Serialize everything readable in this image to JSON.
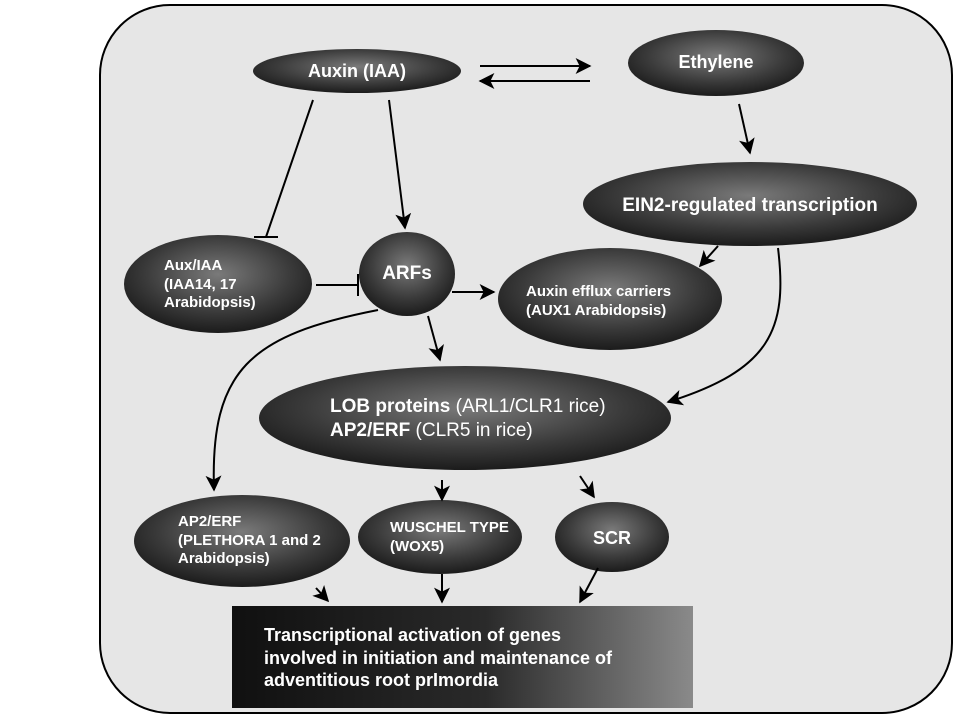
{
  "nodes": {
    "auxin": "Auxin (IAA)",
    "ethylene": "Ethylene",
    "ein2": "EIN2-regulated transcription",
    "aux_iaa": [
      "Aux/IAA",
      "(IAA14, 17",
      "Arabidopsis)"
    ],
    "arfs": "ARFs",
    "efflux": [
      "Auxin efflux carriers",
      "(AUX1 Arabidopsis)"
    ],
    "lob": {
      "line1_bold": "LOB proteins",
      "line1_rest": " (ARL1/CLR1 rice)",
      "line2_bold": "AP2/ERF",
      "line2_rest": " (CLR5  in rice)"
    },
    "ap2_plethora": [
      "AP2/ERF",
      "(PLETHORA 1 and  2",
      "Arabidopsis)"
    ],
    "wox5": [
      "WUSCHEL TYPE",
      "(WOX5)"
    ],
    "scr": "SCR",
    "transcription": [
      "Transcriptional activation of genes",
      "involved in  initiation and maintenance of",
      "adventitious root  prImordia"
    ]
  },
  "colors": {
    "panel_fill": "#e6e6e6",
    "panel_border": "#000000",
    "node_dark": "#1a1a1a",
    "node_mid": "#6a6a6a",
    "text": "#ffffff"
  }
}
